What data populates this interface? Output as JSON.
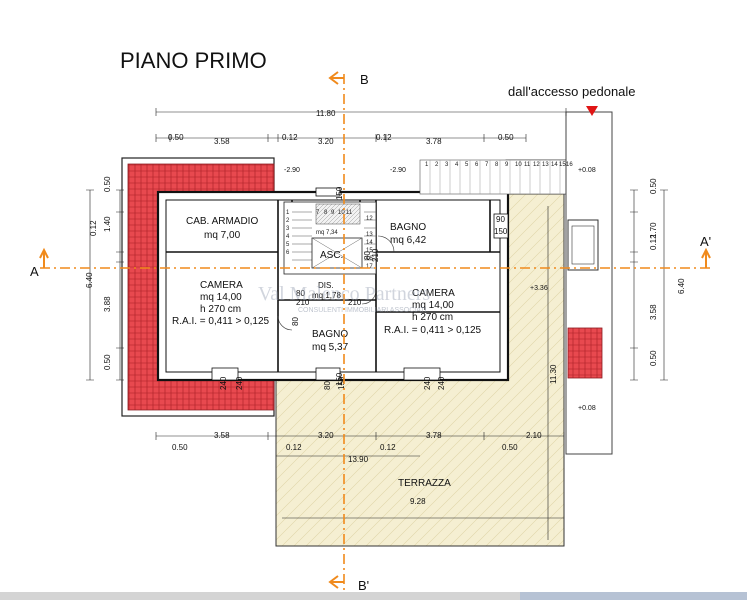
{
  "plan": {
    "title": "PIANO PRIMO",
    "access_label": "dall'accesso pedonale",
    "colors": {
      "section_line": "#f08a1c",
      "tiles_red": "#d9303a",
      "terrace_fill": "#f5efd2",
      "access_marker": "#e01515"
    },
    "section_marks": {
      "a": "A",
      "a_prime": "A'",
      "b": "B",
      "b_prime": "B'"
    },
    "watermark": {
      "main": "Val Malenco Partners",
      "sub": "CONSULENTI IMMOBILIARI ASSOCIATI"
    },
    "rooms": {
      "cab_armadio": {
        "name": "CAB. ARMADIO",
        "area": "mq 7,00"
      },
      "bagno_nord": {
        "name": "BAGNO",
        "area": "mq 6,42"
      },
      "camera_ovest": {
        "name": "CAMERA",
        "area": "mq 14,00",
        "height": "h 270 cm",
        "rai": "R.A.I. = 0,411 > 0,125"
      },
      "camera_est": {
        "name": "CAMERA",
        "area": "mq 14,00",
        "height": "h 270 cm",
        "rai": "R.A.I. = 0,411 > 0,125"
      },
      "bagno_sud": {
        "name": "BAGNO",
        "area": "mq 5,37"
      },
      "disimpegno": {
        "name": "DIS.",
        "area": "mq 1,78"
      },
      "ascensore": {
        "name": "ASC."
      },
      "terrazza": {
        "name": "TERRAZZA"
      },
      "stair_area": {
        "area": "mq 7,34"
      }
    },
    "levels": {
      "lvl_neg_1": "-2.90",
      "lvl_neg_2": "-2.90",
      "lvl_pos_1": "+0.08",
      "lvl_pos_2": "+0.08",
      "lvl_mid": "+3.36"
    },
    "dims": {
      "top_total": "11.80",
      "top_chain": [
        "0.50",
        "3.58",
        "0.12",
        "3.20",
        "0.12",
        "3.78",
        "0.50"
      ],
      "bottom_chain": [
        "0.50",
        "3.58",
        "0.12",
        "3.20",
        "0.12",
        "3.78",
        "0.50",
        "2.10"
      ],
      "bottom_total": "13.90",
      "left_total": "6.40",
      "left_chain": [
        "0.50",
        "1.40",
        "0.12",
        "3.88",
        "0.50"
      ],
      "right_total": "6.40",
      "right_chain": [
        "0.50",
        "1.70",
        "0.12",
        "3.58",
        "0.50"
      ],
      "terrace_width": "9.28",
      "terrace_depth": "11.30",
      "openings": [
        "240",
        "240",
        "80",
        "150",
        "240",
        "240",
        "90",
        "150",
        "210",
        "80",
        "210",
        "80",
        "150",
        "210",
        "80",
        "150"
      ],
      "step_numbers": [
        "1",
        "2",
        "3",
        "4",
        "5",
        "6",
        "7",
        "8",
        "9",
        "10",
        "11",
        "12",
        "13",
        "14",
        "15",
        "16"
      ],
      "stair_numbers": [
        "1",
        "2",
        "3",
        "4",
        "5",
        "6",
        "7",
        "8",
        "9",
        "10",
        "11",
        "12",
        "13",
        "14",
        "15",
        "16",
        "17"
      ]
    }
  }
}
